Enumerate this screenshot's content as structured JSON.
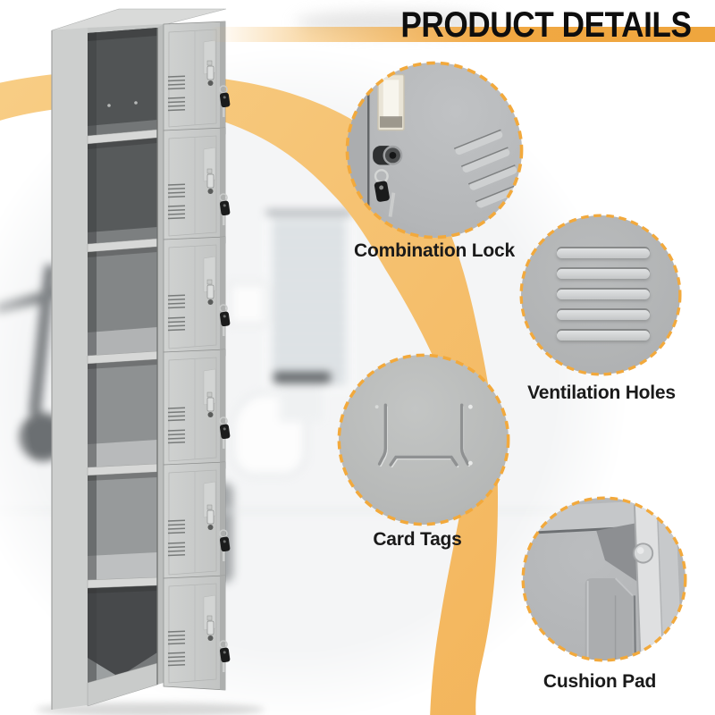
{
  "title": "PRODUCT DETAILS",
  "callouts": [
    {
      "id": "combination-lock",
      "label": "Combination Lock"
    },
    {
      "id": "ventilation-holes",
      "label": "Ventilation Holes"
    },
    {
      "id": "card-tags",
      "label": "Card Tags"
    },
    {
      "id": "cushion-pad",
      "label": "Cushion Pad"
    }
  ],
  "locker": {
    "doors_visible": 6,
    "keys_visible": 6,
    "doors_state": "open"
  },
  "colors": {
    "accent_orange": "#F1A843",
    "swoosh_yellow": "#F5C274",
    "dash_orange": "#F2A93C",
    "label_text": "#1A1A1A",
    "title_text": "#0E0E0E"
  }
}
